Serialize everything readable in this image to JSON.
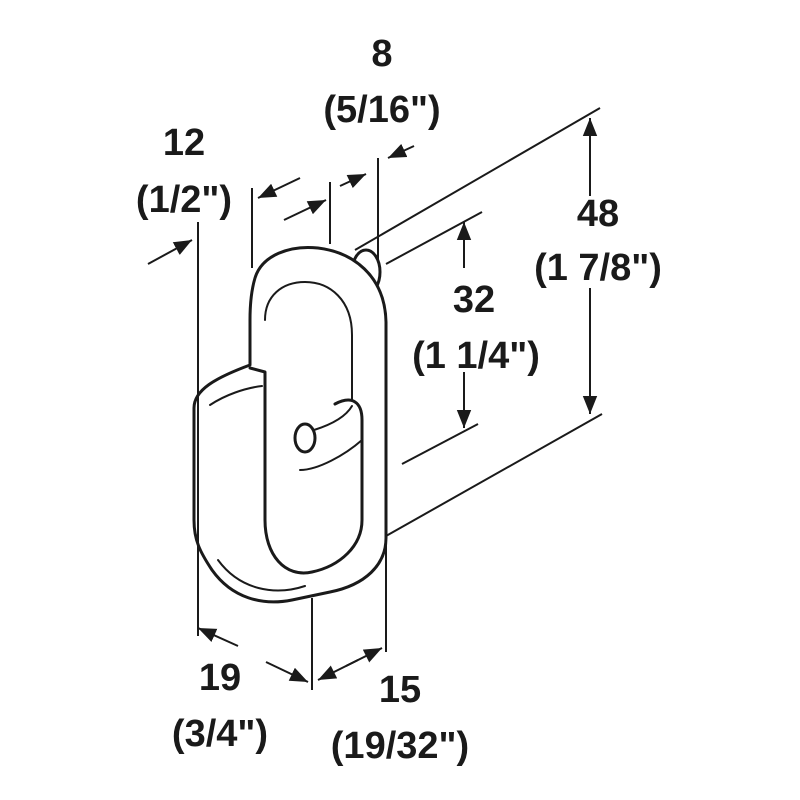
{
  "dimensions": {
    "d8": {
      "mm": "8",
      "inch": "(5/16\")"
    },
    "d12": {
      "mm": "12",
      "inch": "(1/2\")"
    },
    "d48": {
      "mm": "48",
      "inch": "(1 7/8\")"
    },
    "d32": {
      "mm": "32",
      "inch": "(1 1/4\")"
    },
    "d19": {
      "mm": "19",
      "inch": "(3/4\")"
    },
    "d15": {
      "mm": "15",
      "inch": "(19/32\")"
    }
  },
  "icons": {
    "part": "oval-rod-support-icon"
  },
  "colors": {
    "ink": "#1a1a1a",
    "background": "#ffffff"
  }
}
